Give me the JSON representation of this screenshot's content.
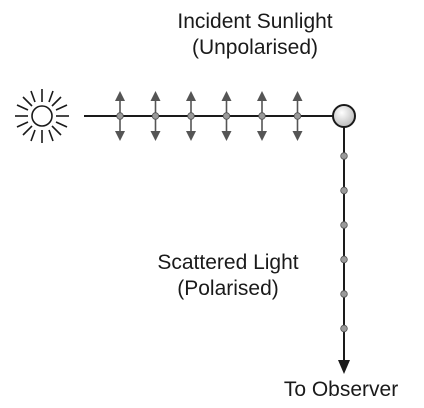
{
  "labels": {
    "incident_line1": "Incident Sunlight",
    "incident_line2": "(Unpolarised)",
    "scattered_line1": "Scattered Light",
    "scattered_line2": "(Polarised)",
    "observer": "To Observer"
  },
  "diagram": {
    "incident_oscillation_count": 6,
    "scattered_oscillation_count": 6,
    "colors": {
      "line": "#1a1a1a",
      "arrow": "#555555",
      "dot": "#9a9a9a",
      "scatterer_fill": "#e6e6e6"
    }
  }
}
